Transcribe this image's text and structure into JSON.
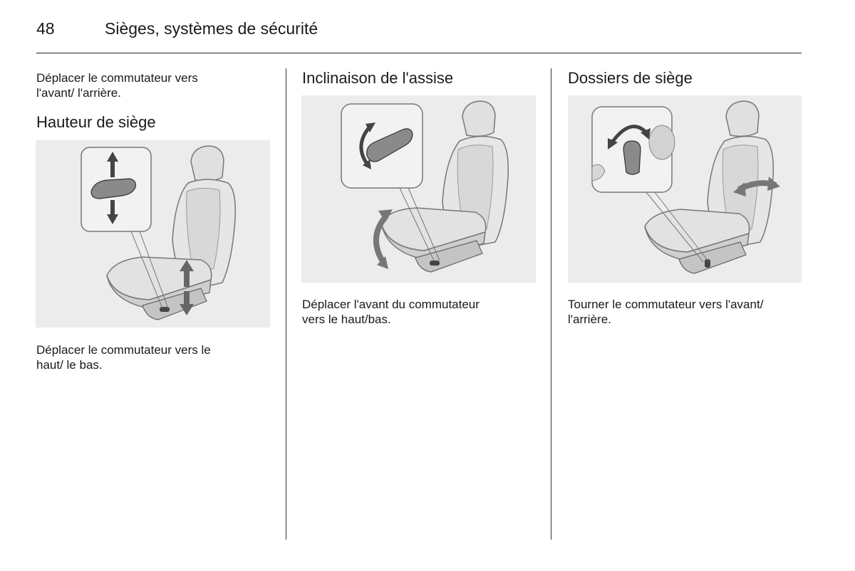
{
  "header": {
    "page_number": "48",
    "chapter_title": "Sièges, systèmes de sécurité"
  },
  "columns": [
    {
      "intro_text_1": "Déplacer le commutateur vers",
      "intro_text_2": "l'avant/ l'arrière.",
      "heading": "Hauteur de siège",
      "caption_1": "Déplacer le commutateur vers le",
      "caption_2": "haut/ le bas."
    },
    {
      "heading": "Inclinaison de l'assise",
      "caption_1": "Déplacer l'avant du commutateur",
      "caption_2": "vers le haut/bas."
    },
    {
      "heading": "Dossiers de siège",
      "caption_1": "Tourner le commutateur vers l'avant/",
      "caption_2": "l'arrière."
    }
  ]
}
